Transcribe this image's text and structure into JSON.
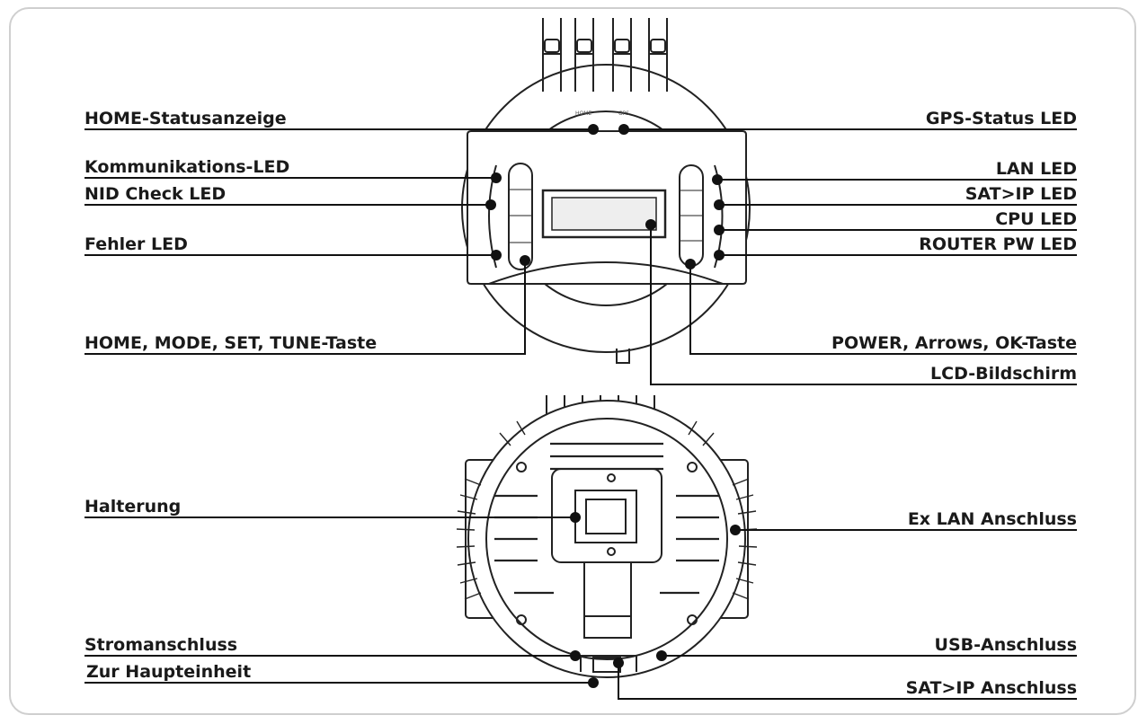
{
  "device_labels": {
    "home_led": "HOME",
    "gps_led": "GPS"
  },
  "callouts": {
    "home_status": "HOME-Statusanzeige",
    "communication_led": "Kommunikations-LED",
    "nid_check_led": "NID Check LED",
    "error_led": "Fehler LED",
    "home_mode_set_tune": "HOME, MODE, SET, TUNE-Taste",
    "gps_status_led": "GPS-Status LED",
    "lan_led": "LAN LED",
    "satip_led": "SAT>IP LED",
    "cpu_led": "CPU LED",
    "router_pw_led": "ROUTER PW LED",
    "power_arrows_ok": "POWER, Arrows, OK-Taste",
    "lcd_screen": "LCD-Bildschirm",
    "bracket": "Halterung",
    "ex_lan_port": "Ex LAN Anschluss",
    "power_port": "Stromanschluss",
    "to_main_unit": "Zur Haupteinheit",
    "usb_port": "USB-Anschluss",
    "satip_port": "SAT>IP Anschluss"
  }
}
